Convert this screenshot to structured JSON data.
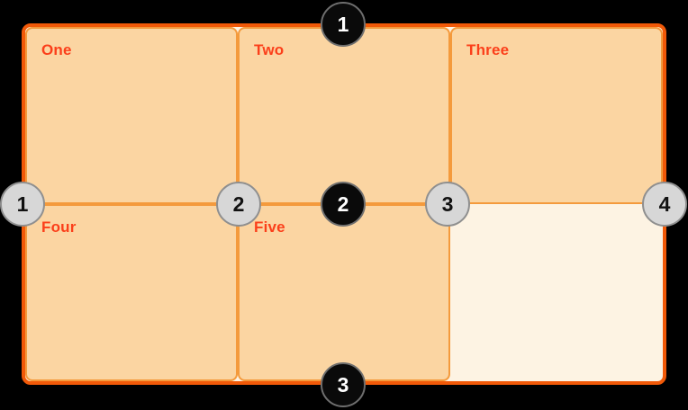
{
  "canvas": {
    "background_color": "#000000"
  },
  "grid": {
    "container": {
      "fill_color": "#FDF3E3",
      "border_color": "#F15908",
      "columns": 3,
      "rows": 2
    },
    "cell_style": {
      "fill_color": "#FBD5A2",
      "border_color": "#F49A3C",
      "label_color": "#FB3F1A"
    },
    "items": [
      {
        "label": "One"
      },
      {
        "label": "Two"
      },
      {
        "label": "Three"
      },
      {
        "label": "Four"
      },
      {
        "label": "Five"
      }
    ],
    "empty_cells": 1
  },
  "row_line_markers": {
    "style": {
      "fill_color": "#0A0A0A",
      "ring_color": "#6E6E6E",
      "text_color": "#FFFFFF"
    },
    "lines": [
      {
        "number": "1"
      },
      {
        "number": "2"
      },
      {
        "number": "3"
      }
    ]
  },
  "column_line_markers": {
    "style": {
      "fill_color": "#D7D7D7",
      "ring_color": "#8F8F8F",
      "text_color": "#111111"
    },
    "lines": [
      {
        "number": "1"
      },
      {
        "number": "2"
      },
      {
        "number": "3"
      },
      {
        "number": "4"
      }
    ]
  }
}
